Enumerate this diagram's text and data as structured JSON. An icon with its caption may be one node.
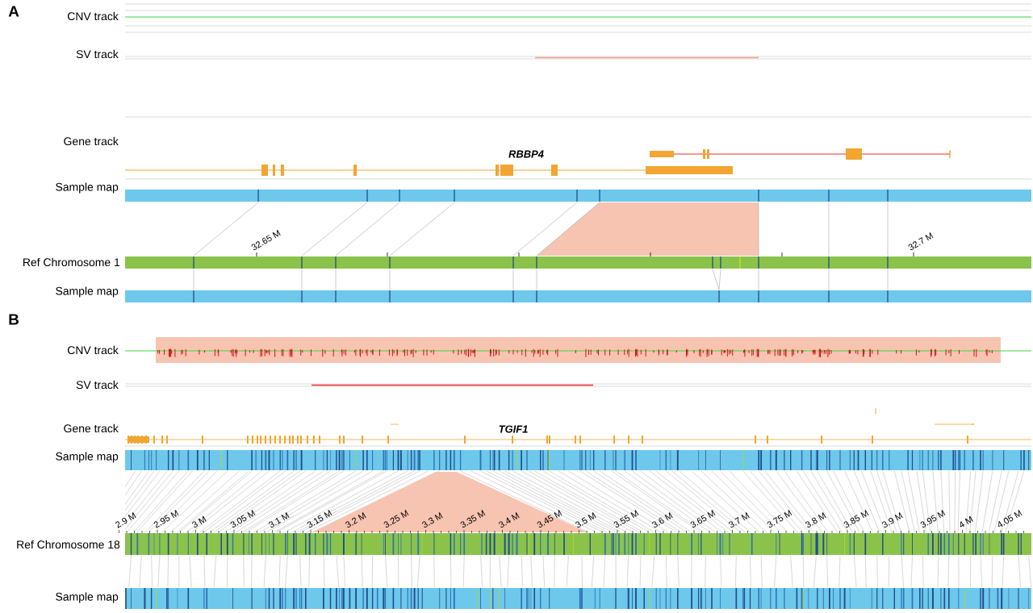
{
  "diagram": {
    "labels": [
      "A",
      "CNV track",
      "SV track",
      "Gene track",
      "RBBP4",
      "Sample map",
      "32.65 M",
      "32.7 M",
      "Ref Chromosome 1",
      "Sample map",
      "B",
      "CNV track",
      "SV track",
      "Gene track",
      "TGIF1",
      "Sample map",
      "2.9 M",
      "2.95 M",
      "3 M",
      "3.05 M",
      "3.1 M",
      "3.15 M",
      "3.2 M",
      "3.25 M",
      "3.3 M",
      "3.35 M",
      "3.4 M",
      "3.45 M",
      "3.5 M",
      "3.55 M",
      "3.6 M",
      "3.65 M",
      "3.7 M",
      "3.75 M",
      "3.8 M",
      "3.85 M",
      "3.9 M",
      "3.95 M",
      "4 M",
      "4.05 M",
      "Ref Chromosome 18",
      "Sample map"
    ]
  }
}
